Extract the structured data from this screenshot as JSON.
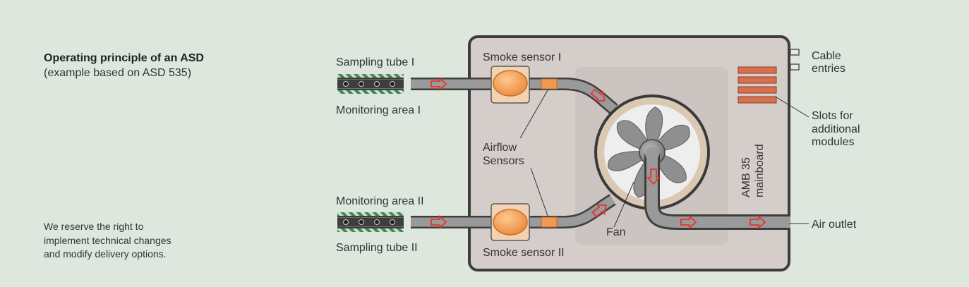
{
  "title": "Operating principle of an ASD",
  "subtitle": "(example based on ASD 535)",
  "disclaimer": "We reserve the right to implement technical changes and modify delivery options.",
  "labels": {
    "sampling_tube_1": "Sampling tube I",
    "monitoring_area_1": "Monitoring area I",
    "monitoring_area_2": "Monitoring area II",
    "sampling_tube_2": "Sampling tube II",
    "smoke_sensor_1": "Smoke sensor I",
    "smoke_sensor_2": "Smoke sensor II",
    "airflow_line1": "Airflow",
    "airflow_line2": "Sensors",
    "fan": "Fan",
    "mainboard_line1": "AMB 35",
    "mainboard_line2": "mainboard",
    "cable_line1": "Cable",
    "cable_line2": "entries",
    "slots_line1": "Slots for",
    "slots_line2": "additional",
    "slots_line3": "modules",
    "air_outlet": "Air outlet"
  },
  "colors": {
    "background": "#dde7dd",
    "housing": "#d4cdc9",
    "tube": "#8a8a8a",
    "sensor_box": "#f1d2b2",
    "sensor_core": "#ef9a50",
    "arrow": "#e8332a",
    "slot": "#d7704e",
    "hatch": "#3f8a52"
  }
}
